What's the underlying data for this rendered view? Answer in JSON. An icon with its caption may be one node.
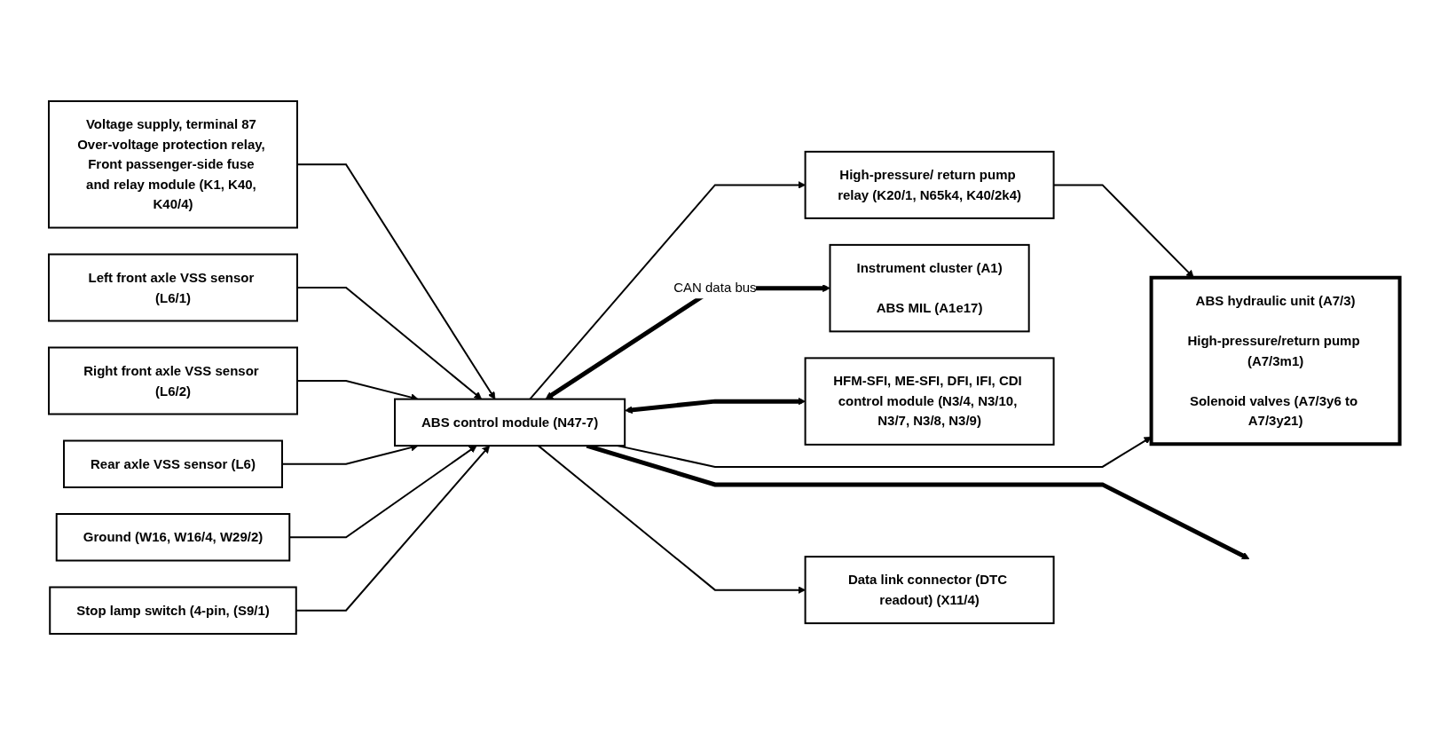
{
  "diagram": {
    "nodes": [
      {
        "text": [
          "Voltage supply, terminal 87 Over-voltage protection relay, Front passenger-side fuse and relay module (K1, K40, K40/4)"
        ]
      },
      {
        "text": [
          "Left front axle VSS sensor (L6/1)"
        ]
      },
      {
        "text": [
          "Right front axle VSS sensor (L6/2)"
        ]
      },
      {
        "text": [
          "Rear axle VSS sensor (L6)"
        ]
      },
      {
        "text": [
          "Ground (W16, W16/4, W29/2)"
        ]
      },
      {
        "text": [
          "Stop lamp switch (4-pin, (S9/1)"
        ]
      },
      {
        "text": [
          "ABS control module (N47-7)"
        ]
      },
      {
        "text": [
          "High-pressure/ return pump relay (K20/1, N65k4, K40/2k4)"
        ]
      },
      {
        "text": [
          "ABS hydraulic unit (A7/3)",
          "High-pressure/return pump (A7/3m1)",
          "Solenoid valves (A7/3y6 to A7/3y21)"
        ]
      },
      {
        "text": [
          "Instrument cluster (A1)",
          "ABS MIL (A1e17)"
        ]
      },
      {
        "text": [
          "HFM-SFI, ME-SFI, DFI, IFI, CDI control module (N3/4, N3/10, N3/7, N3/8, N3/9)"
        ]
      },
      {
        "text": [
          "Data link connector (DTC readout) (X11/4)"
        ]
      }
    ],
    "edges": [
      {
        "from": 0,
        "to": 6,
        "arrow": "to"
      },
      {
        "from": 1,
        "to": 6,
        "arrow": "to"
      },
      {
        "from": 2,
        "to": 6,
        "arrow": "to"
      },
      {
        "from": 3,
        "to": 6,
        "arrow": "to"
      },
      {
        "from": 4,
        "to": 6,
        "arrow": "to"
      },
      {
        "from": 5,
        "to": 6,
        "arrow": "to"
      },
      {
        "from": 6,
        "to": 7,
        "arrow": "to"
      },
      {
        "from": 7,
        "to": 8,
        "arrow": "to"
      },
      {
        "from": 6,
        "to": 8,
        "arrow": "to"
      },
      {
        "from": 6,
        "to": 9,
        "arrow": "both",
        "label": "CAN data bus",
        "style": "thick"
      },
      {
        "from": 6,
        "to": 10,
        "arrow": "both",
        "style": "thick"
      },
      {
        "from": 6,
        "to": null,
        "arrow": "to",
        "style": "thick"
      },
      {
        "from": 6,
        "to": 11,
        "arrow": "to"
      }
    ]
  }
}
